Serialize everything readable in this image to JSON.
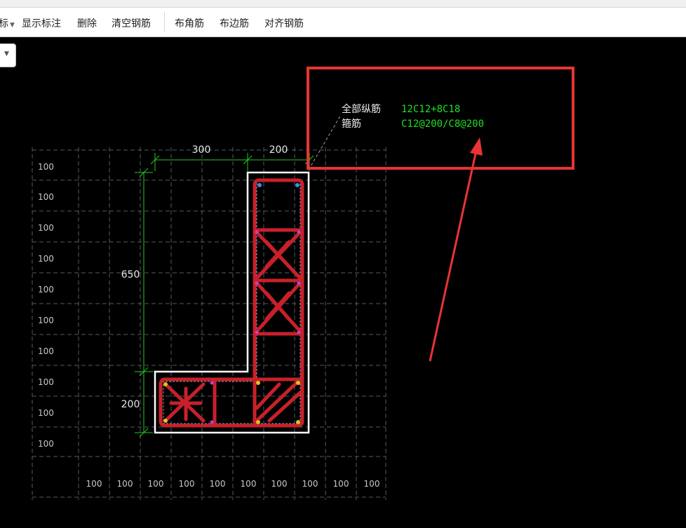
{
  "toolbar": {
    "partial_label": "标",
    "items": [
      "显示标注",
      "删除",
      "清空钢筋",
      "布角筋",
      "布边筋",
      "对齐钢筋"
    ]
  },
  "dimensions": {
    "top_left": "300",
    "top_right": "200",
    "left_upper": "650",
    "left_lower": "200"
  },
  "grid_labels": {
    "rows": [
      "100",
      "100",
      "100",
      "100",
      "100",
      "100",
      "100",
      "100",
      "100",
      "100"
    ],
    "cols": [
      "100",
      "100",
      "100",
      "100",
      "100",
      "100",
      "100",
      "100",
      "100",
      "100"
    ]
  },
  "rebar_info": {
    "longitudinal_label": "全部纵筋",
    "longitudinal_value": "12C12+8C18",
    "stirrup_label": "箍筋",
    "stirrup_value": "C12@200/C8@200"
  },
  "colors": {
    "section_outline": "#ffffff",
    "stirrup": "#c8202a",
    "dimension": "#22cc22",
    "annotation_box": "#e83434",
    "grid": "#555a66"
  }
}
